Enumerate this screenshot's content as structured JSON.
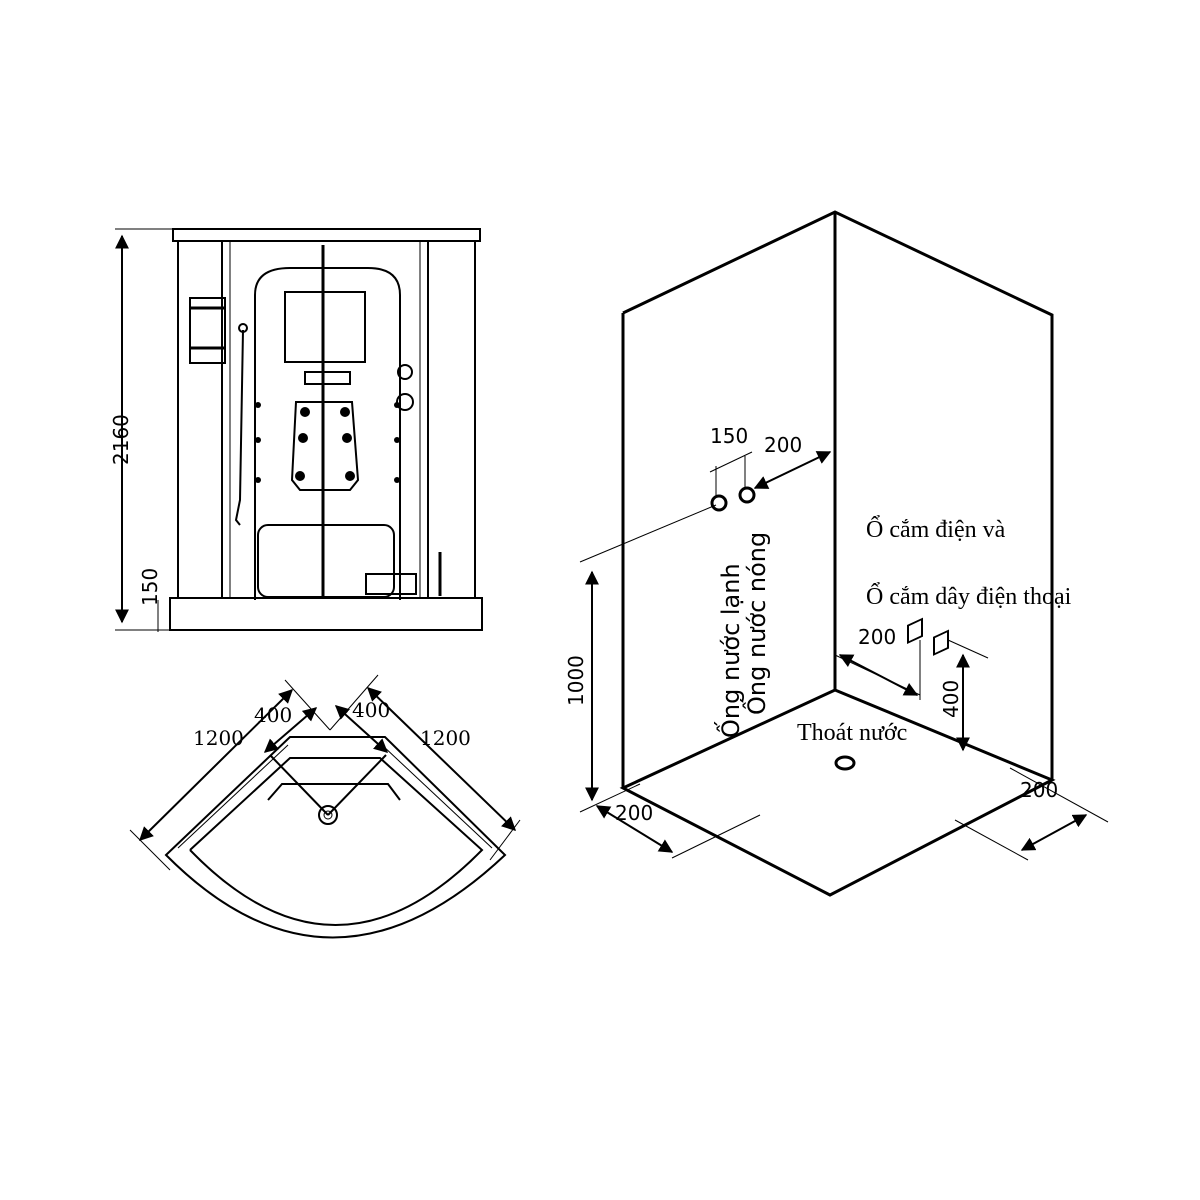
{
  "front_view": {
    "height_label": "2160",
    "base_label": "150"
  },
  "plan_view": {
    "width_left": "1200",
    "width_right": "1200",
    "offset_left": "400",
    "offset_right": "400"
  },
  "iso_view": {
    "pipe_spacing": "150",
    "pipe_to_corner": "200",
    "pipe_height": "1000",
    "cold_pipe": "Ống nước lạnh",
    "hot_pipe": "Ống nước nóng",
    "socket_line1": "Ổ cắm điện và",
    "socket_line2": "Ổ cắm dây điện thoại",
    "socket_offset": "200",
    "socket_height": "400",
    "drain": "Thoát nước",
    "drain_left": "200",
    "drain_right": "200"
  },
  "colors": {
    "ink": "#000000",
    "background": "#ffffff"
  }
}
